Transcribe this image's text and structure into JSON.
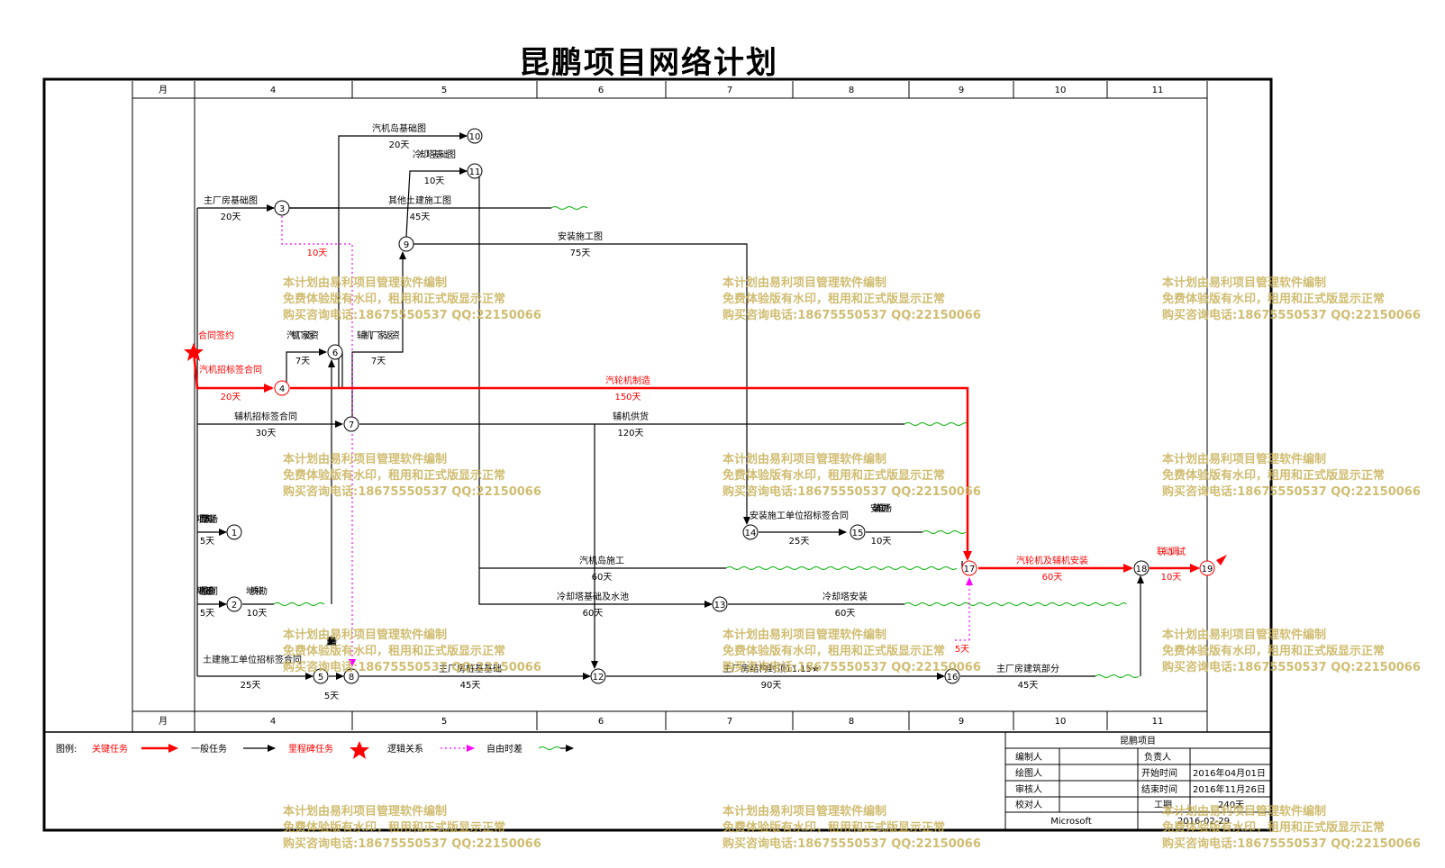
{
  "title": "昆鹏项目网络计划",
  "timescale": {
    "label": "月",
    "months": [
      "4",
      "5",
      "6",
      "7",
      "8",
      "9",
      "10",
      "11"
    ]
  },
  "colors": {
    "critical": "#ff0000",
    "normal": "#000000",
    "logic": "#ff00ff",
    "float": "#00b000",
    "watermark": "#c8b25a"
  },
  "milestone": {
    "label": "合同签约"
  },
  "nodes": [
    "1",
    "2",
    "3",
    "4",
    "5",
    "6",
    "7",
    "8",
    "9",
    "10",
    "11",
    "12",
    "13",
    "14",
    "15",
    "16",
    "17",
    "18",
    "19"
  ],
  "tasks": [
    {
      "name": "主厂房基础图",
      "duration": "20天"
    },
    {
      "name": "汽机岛基础图",
      "duration": "20天"
    },
    {
      "name": "冷却塔基础图",
      "duration": "10天"
    },
    {
      "name": "其他土建施工图",
      "duration": "45天"
    },
    {
      "name": "安装施工图",
      "duration": "75天"
    },
    {
      "name": "汽机厂家返资",
      "duration": "7天"
    },
    {
      "name": "辅机厂家返资",
      "duration": "7天"
    },
    {
      "name": "汽机招标签合同",
      "duration": "20天"
    },
    {
      "name": "汽轮机制造",
      "duration": "150天"
    },
    {
      "name": "辅机招标签合同",
      "duration": "30天"
    },
    {
      "name": "辅机供货",
      "duration": "120天"
    },
    {
      "name": "项目部入驻现场",
      "duration": "5天"
    },
    {
      "name": "地勘队伍签合同",
      "duration": "5天"
    },
    {
      "name": "地质补勘",
      "duration": "10天"
    },
    {
      "name": "安装施工单位招标签合同",
      "duration": "25天"
    },
    {
      "name": "安装单位进场",
      "duration": "10天"
    },
    {
      "name": "汽机岛施工",
      "duration": "60天"
    },
    {
      "name": "冷却塔基础及水池",
      "duration": "60天"
    },
    {
      "name": "冷却塔安装",
      "duration": "60天"
    },
    {
      "name": "土建施工单位招标签合同",
      "duration": "25天"
    },
    {
      "name": "土建单位进场",
      "duration": "5天"
    },
    {
      "name": "主厂房桩基基础",
      "duration": "45天"
    },
    {
      "name": "主厂房结构封顶11.15★",
      "duration": "90天"
    },
    {
      "name": "主厂房建筑部分",
      "duration": "45天"
    },
    {
      "name": "汽轮机及辅机安装",
      "duration": "60天"
    },
    {
      "name": "联动调试",
      "duration": "10天"
    }
  ],
  "logic_durations": [
    "10天",
    "5天"
  ],
  "legend": {
    "heading": "图例:",
    "critical": "关键任务",
    "normal": "一般任务",
    "milestone": "里程碑任务",
    "logic": "逻辑关系",
    "float": "自由时差"
  },
  "info_table": {
    "project": "昆鹏项目",
    "editor": "编制人",
    "owner": "负责人",
    "drawer": "绘图人",
    "start_label": "开始时间",
    "start": "2016年04月01日",
    "reviewer": "审核人",
    "end_label": "结束时间",
    "end": "2016年11月26日",
    "checker": "校对人",
    "duration_label": "工期",
    "duration": "240天",
    "company": "Microsoft",
    "date": "2016-02-29"
  },
  "watermark": [
    "本计划由易利项目管理软件编制",
    "免费体验版有水印，租用和正式版显示正常",
    "购买咨询电话:18675550537 QQ:22150066"
  ]
}
